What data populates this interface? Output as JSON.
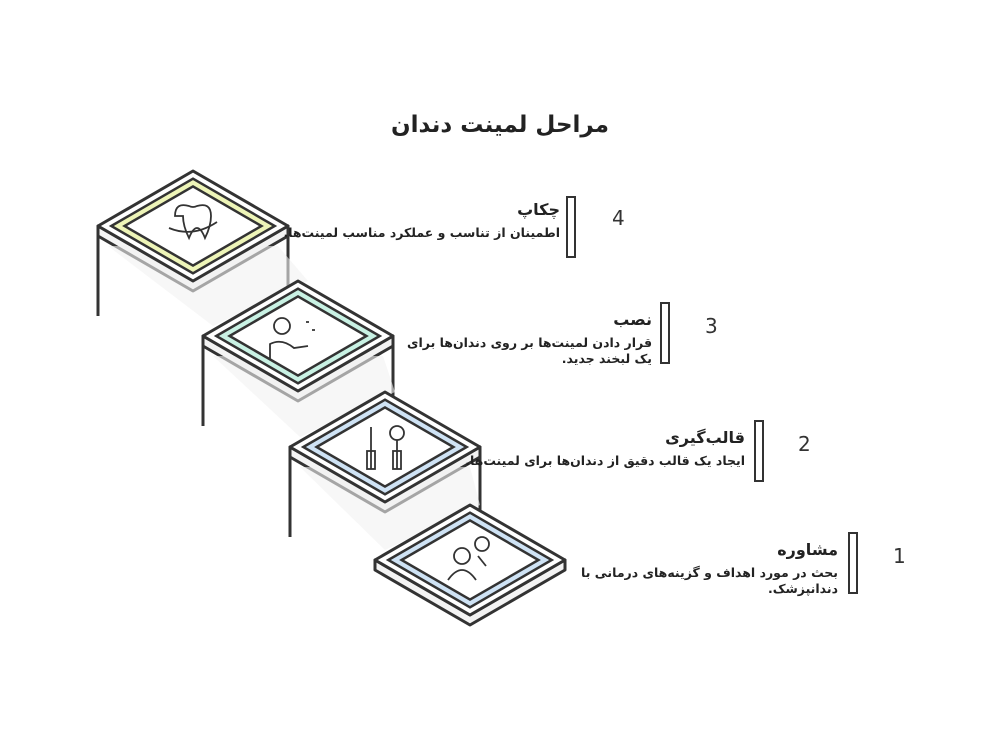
{
  "title": "مراحل لمینت دندان",
  "steps": [
    {
      "number": "1",
      "heading": "مشاوره",
      "description": "بحث در مورد اهداف و گزینه‌های درمانی با دندانپزشک.",
      "icon": "consultation-icon",
      "accent": "#cfe3f5"
    },
    {
      "number": "2",
      "heading": "قالب‌گیری",
      "description": "ایجاد یک قالب دقیق از دندان‌ها برای لمینت‌ها.",
      "icon": "dental-tools-icon",
      "accent": "#cfe3f5"
    },
    {
      "number": "3",
      "heading": "نصب",
      "description": "قرار دادن لمینت‌ها بر روی دندان‌ها برای یک لبخند جدید.",
      "icon": "dentist-icon",
      "accent": "#c9f2e4"
    },
    {
      "number": "4",
      "heading": "چکاپ",
      "description": "اطمینان از تناسب و عملکرد مناسب لمینت‌ها.",
      "icon": "tooth-icon",
      "accent": "#eef5b8"
    }
  ]
}
